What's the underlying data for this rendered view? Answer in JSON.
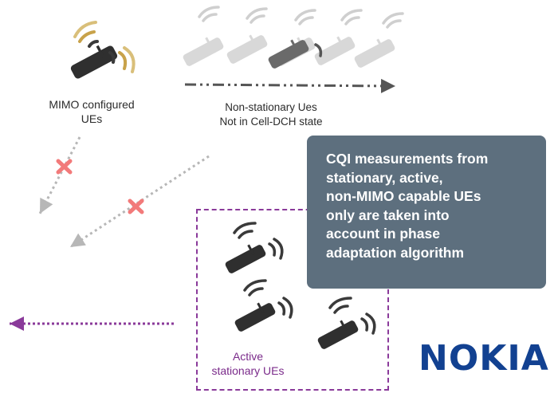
{
  "groups": {
    "mimo": {
      "line1": "MIMO configured",
      "line2": "UEs"
    },
    "non_stationary": {
      "line1": "Non-stationary Ues",
      "line2": "Not in Cell-DCH state"
    },
    "active": {
      "line1": "Active",
      "line2": "stationary UEs"
    }
  },
  "callout": {
    "lines": [
      "CQI measurements from",
      "stationary, active,",
      "non-MIMO capable UEs",
      "only are taken into",
      "account in phase",
      "adaptation algorithm"
    ]
  },
  "logo": "NOKIA",
  "colors": {
    "callout_bg": "#5d6f7e",
    "logo": "#124191",
    "active_border": "#8a3a9a",
    "excluded_arrow": "#b7b7b7",
    "cross": "#f27a7a",
    "mimo_wave": "#c8a24a",
    "faded_phone": "#d8d8d8",
    "dark_phone": "#3a3a3a"
  },
  "icons": [
    "phone-icon",
    "signal-wave-icon",
    "cross-icon",
    "arrow-icon"
  ]
}
